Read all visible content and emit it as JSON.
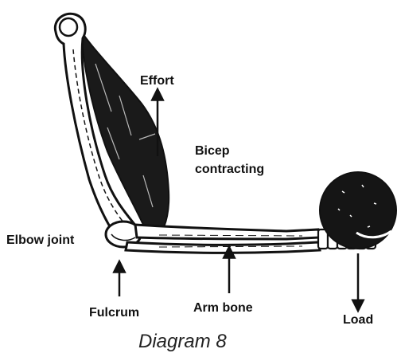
{
  "labels": {
    "effort": "Effort",
    "bicep_line1": "Bicep",
    "bicep_line2": "contracting",
    "elbow_joint": "Elbow joint",
    "fulcrum": "Fulcrum",
    "arm_bone": "Arm bone",
    "load": "Load"
  },
  "caption": "Diagram 8",
  "colors": {
    "ink": "#111111",
    "bone_fill": "#ffffff",
    "muscle": "#1a1a1a",
    "load_ball": "#151515"
  }
}
